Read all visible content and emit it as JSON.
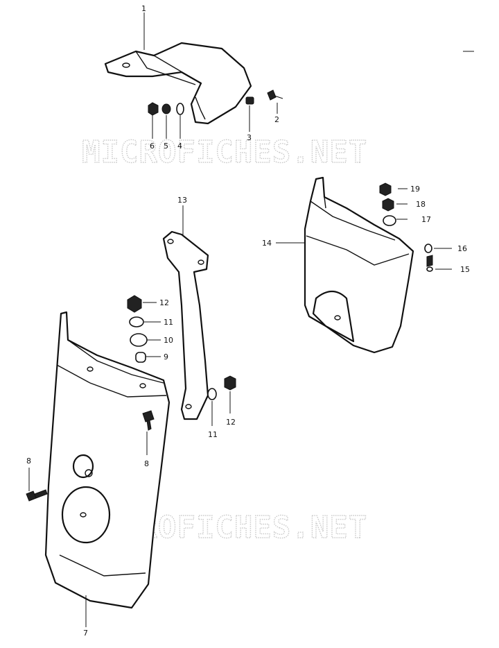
{
  "watermark": "MICROFICHES.NET",
  "callouts": [
    "1",
    "2",
    "3",
    "4",
    "5",
    "6",
    "7",
    "8",
    "9",
    "10",
    "11",
    "12",
    "13",
    "14",
    "15",
    "16",
    "17",
    "18",
    "19"
  ]
}
